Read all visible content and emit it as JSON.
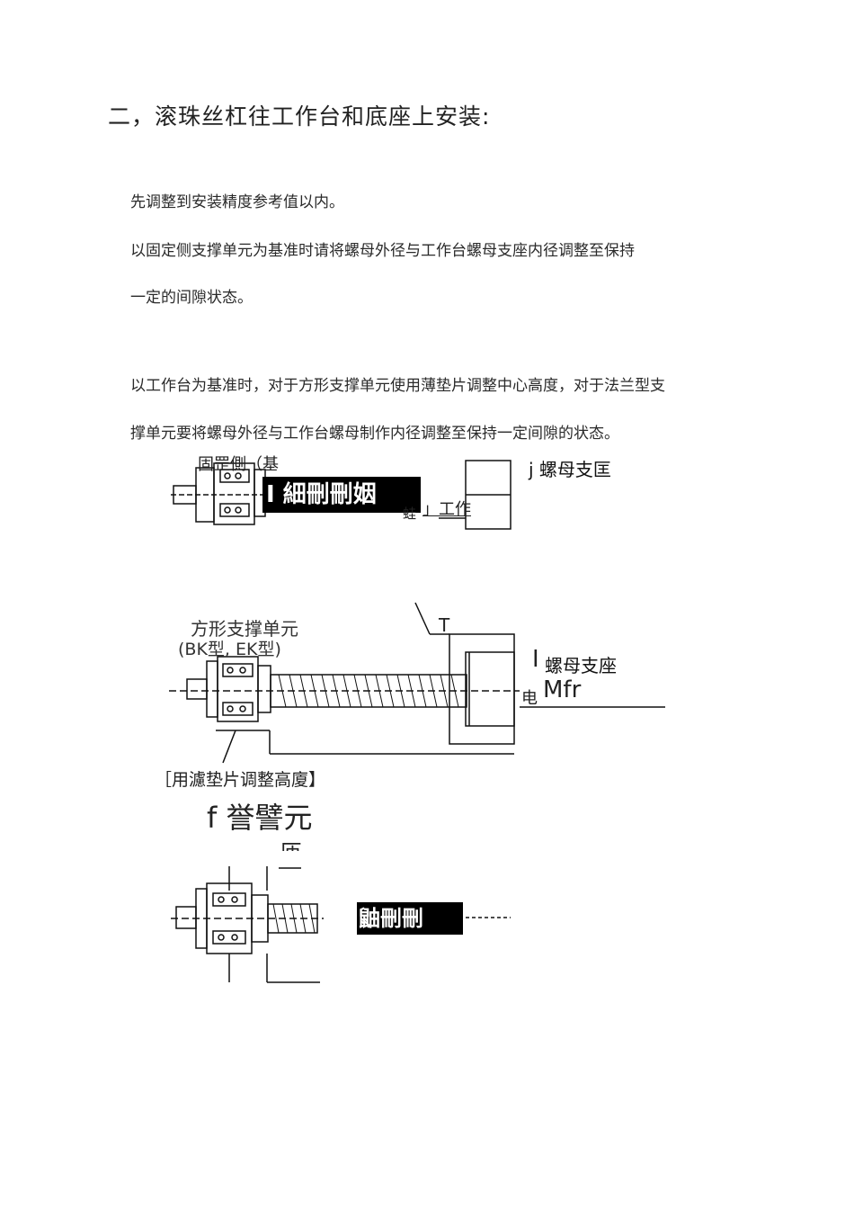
{
  "heading": "二，滚珠丝杠往工作台和底座上安装:",
  "paragraphs": [
    "先调整到安装精度参考值以内。",
    "以固定侧支撑单元为基准时请将螺母外径与工作台螺母支座内径调整至保持",
    "一定的间隙状态。",
    "以工作台为基准时，对于方形支撑单元使用薄垫片调整中心高度，对于法兰型支",
    "撑单元要将螺母外径与工作台螺母制作内径调整至保持一定间隙的状态。"
  ],
  "figure1": {
    "label_top": "固罡側（基",
    "black_text": "I 細刪刪姻",
    "label_worktable": "」工作",
    "label_small": "蛙",
    "label_nut": "j 螺母支匡"
  },
  "figure2": {
    "label_unit": "方形支撑单元",
    "label_type": "(BK型, EK型)",
    "label_t": "T",
    "label_nut": "螺母支座",
    "label_bar": "I",
    "label_dian": "电",
    "label_mfr": "Mfr",
    "label_shim": "［用濾垫片调整高廈】"
  },
  "figure3": {
    "label_big": "f 誉譬元",
    "label_partial": "匝",
    "black_text": "鼬刪刪"
  }
}
